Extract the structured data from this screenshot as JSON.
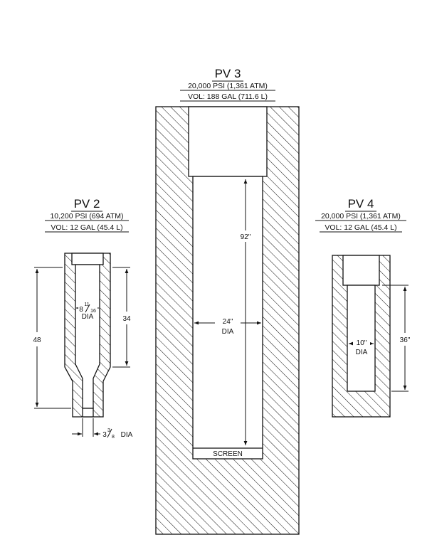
{
  "vessels": {
    "pv2": {
      "title": "PV 2",
      "pressure": "10,200 PSI  (694 ATM)",
      "volume": "VOL:  12 GAL  (45.4 L)",
      "dim_overall": "48",
      "dim_body": "34",
      "dia_whole": "8",
      "dia_num": "11",
      "dia_den": "16",
      "dia_label": "DIA",
      "outlet_whole": "3",
      "outlet_num": "3",
      "outlet_den": "8",
      "outlet_label": "DIA"
    },
    "pv3": {
      "title": "PV 3",
      "pressure": "20,000 PSI  (1,361 ATM)",
      "volume": "VOL:  188 GAL  (711.6 L)",
      "dim_length": "92\"",
      "dim_dia": "24\"",
      "dia_label": "DIA",
      "screen_label": "SCREEN"
    },
    "pv4": {
      "title": "PV 4",
      "pressure": "20,000 PSI  (1,361 ATM)",
      "volume": "VOL:  12 GAL  (45.4 L)",
      "dim_length": "36\"",
      "dim_dia": "10\"",
      "dia_label": "DIA"
    }
  }
}
